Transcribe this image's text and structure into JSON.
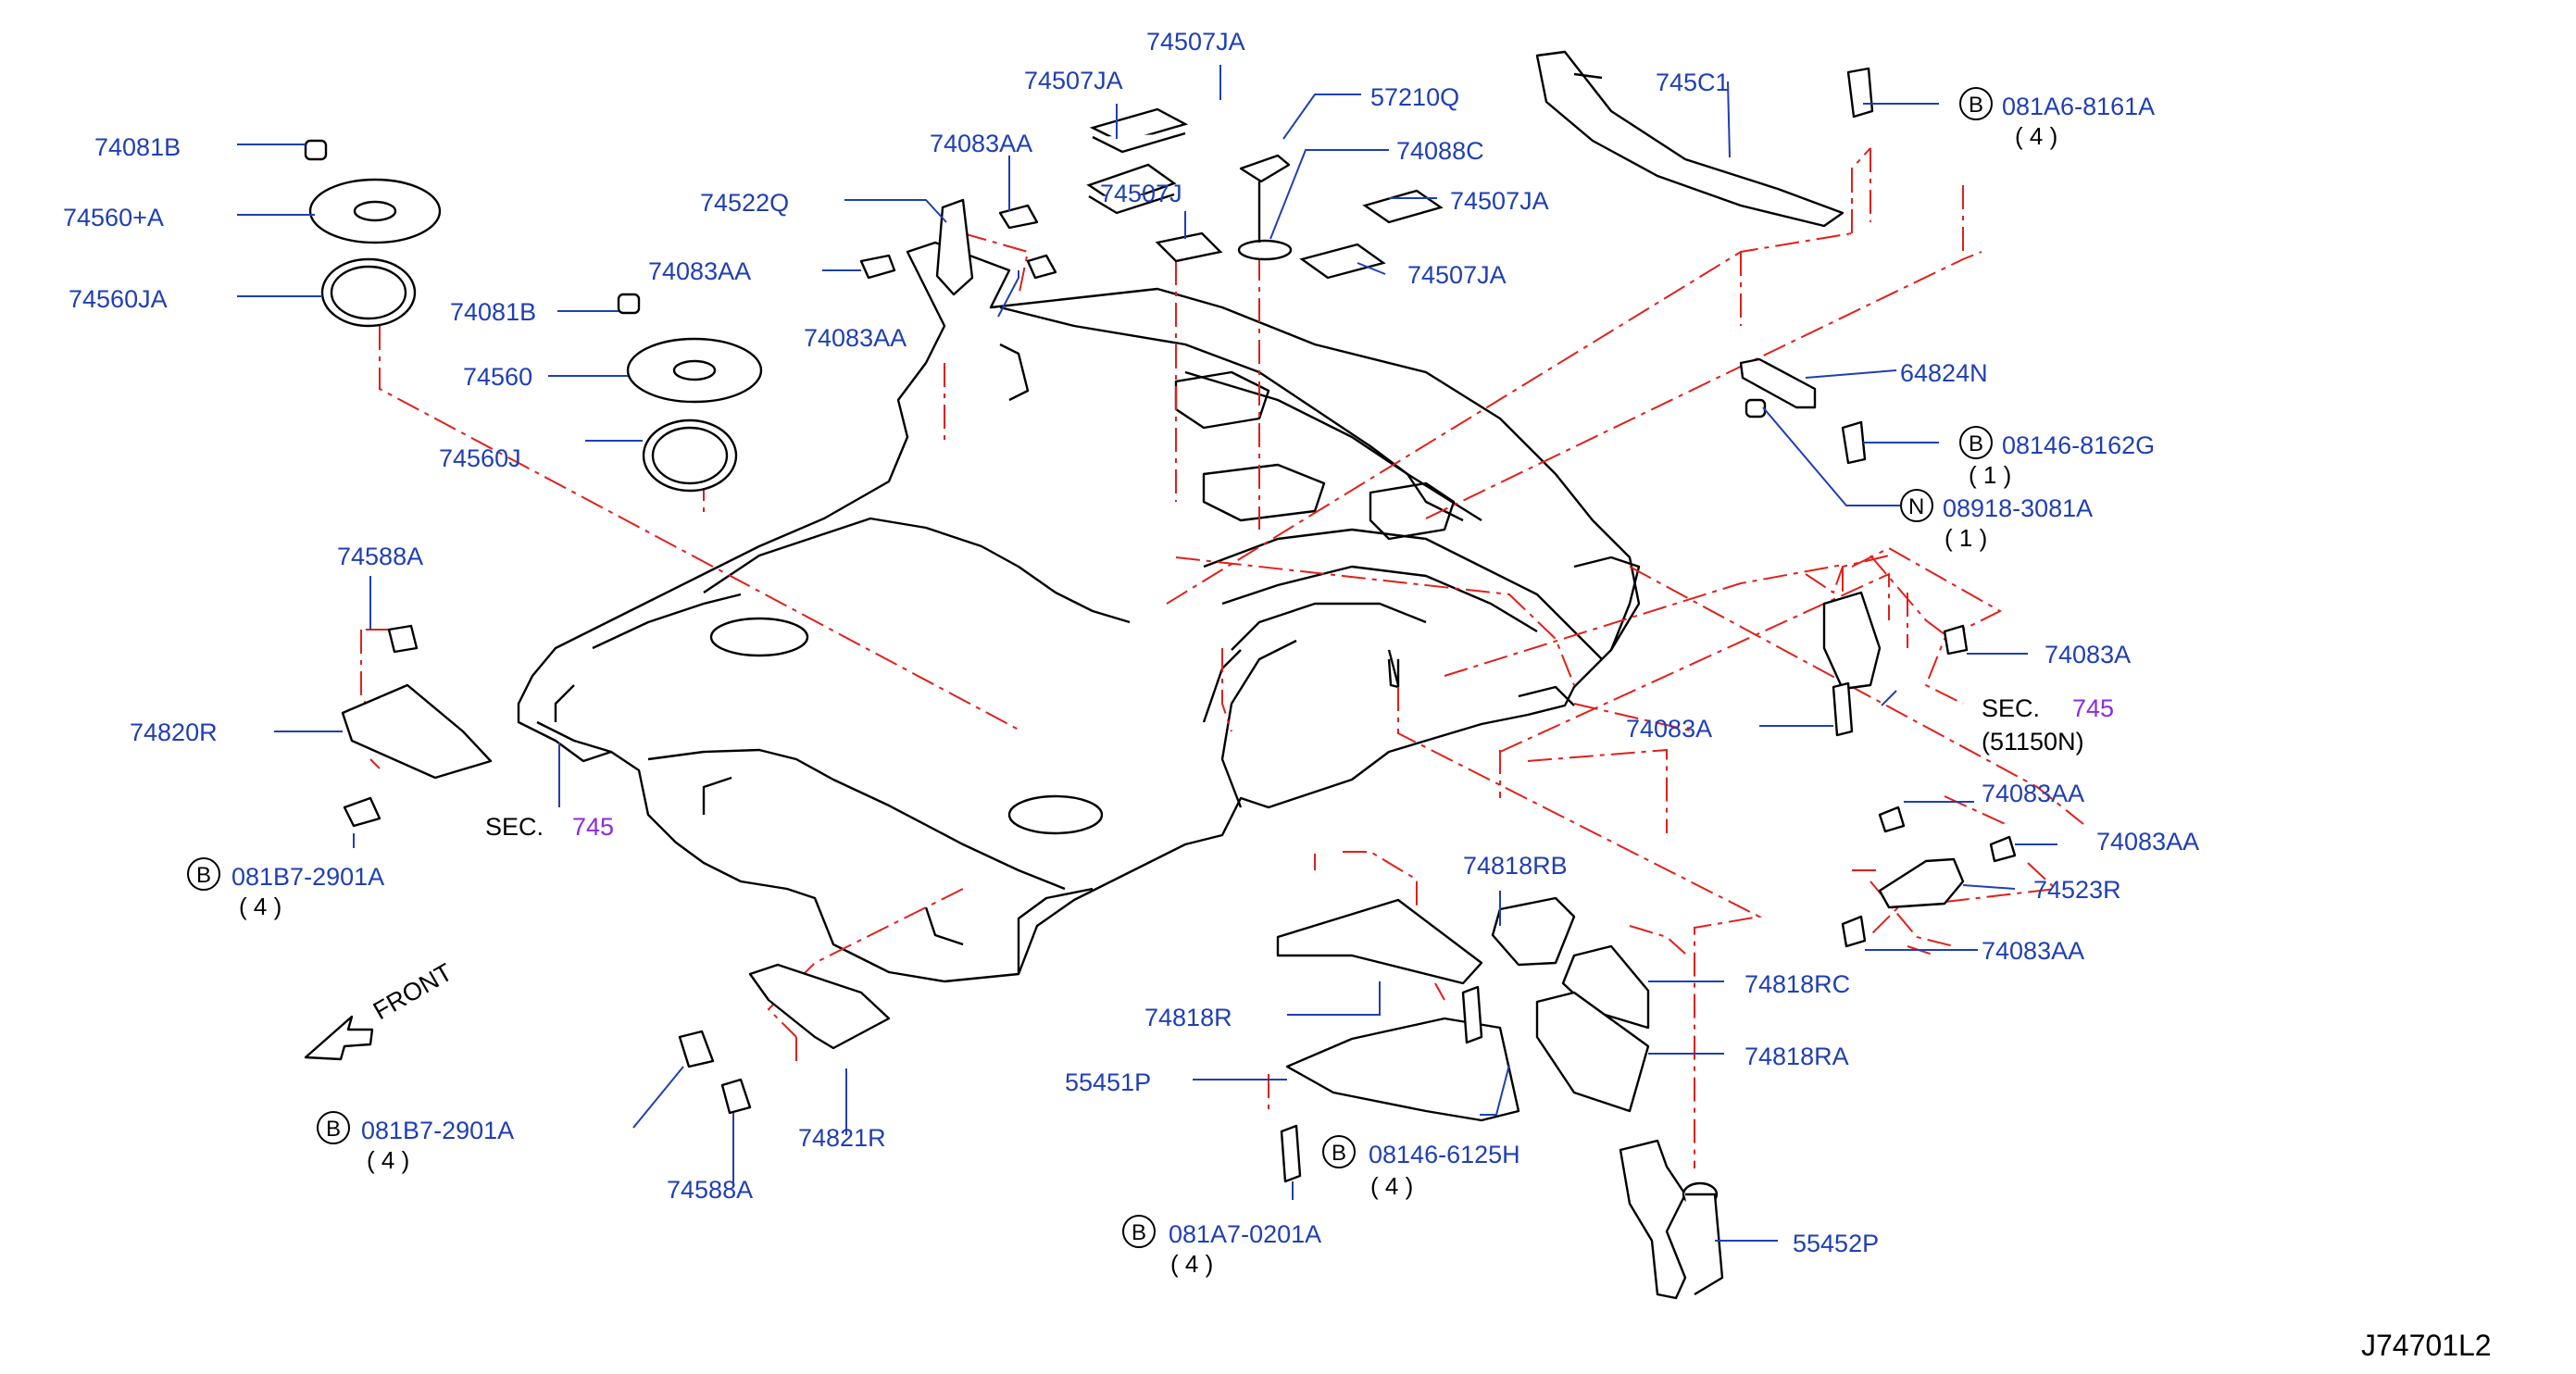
{
  "labels": {
    "p74507JA_1": "74507JA",
    "p74507JA_2": "74507JA",
    "p57210Q": "57210Q",
    "p74088C": "74088C",
    "p74507J": "74507J",
    "p74507JA_3": "74507JA",
    "p74507JA_4": "74507JA",
    "p74083AA_top": "74083AA",
    "p74522Q": "74522Q",
    "p74083AA_mid": "74083AA",
    "p74083AA_low": "74083AA",
    "p74081B_1": "74081B",
    "p74560A": "74560+A",
    "p74560JA": "74560JA",
    "p74081B_2": "74081B",
    "p74560": "74560",
    "p74560J": "74560J",
    "p745C1": "745C1",
    "p64824N": "64824N",
    "p74588A_1": "74588A",
    "p74820R": "74820R",
    "p74083A_r": "74083A",
    "p74083A_l": "74083A",
    "p74083AA_r1": "74083AA",
    "p74083AA_r2": "74083AA",
    "p74523R": "74523R",
    "p74083AA_r3": "74083AA",
    "p74818RB": "74818RB",
    "p74818RC": "74818RC",
    "p74818RA": "74818RA",
    "p74818R": "74818R",
    "p55451P": "55451P",
    "p74821R": "74821R",
    "p74588A_2": "74588A",
    "p55452P": "55452P"
  },
  "bolts": {
    "b1": {
      "prefix": "B",
      "part": "081A6-8161A",
      "qty": "( 4 )"
    },
    "b2": {
      "prefix": "B",
      "part": "08146-8162G",
      "qty": "( 1 )"
    },
    "n1": {
      "prefix": "N",
      "part": "08918-3081A",
      "qty": "( 1 )"
    },
    "b3": {
      "prefix": "B",
      "part": "081B7-2901A",
      "qty": "( 4 )"
    },
    "b4": {
      "prefix": "B",
      "part": "081B7-2901A",
      "qty": "( 4 )"
    },
    "b5": {
      "prefix": "B",
      "part": "08146-6125H",
      "qty": "( 4 )"
    },
    "b6": {
      "prefix": "B",
      "part": "081A7-0201A",
      "qty": "( 4 )"
    }
  },
  "sections": {
    "s1": {
      "text": "SEC.",
      "num": "745"
    },
    "s2": {
      "text": "SEC.",
      "num": "745",
      "sub": "(51150N)"
    }
  },
  "front_label": "FRONT",
  "diagram_id": "J74701L2",
  "colors": {
    "label": "#1f3fb3",
    "leader_dash": "#e0201a",
    "section_ref": "#8a2be2"
  }
}
